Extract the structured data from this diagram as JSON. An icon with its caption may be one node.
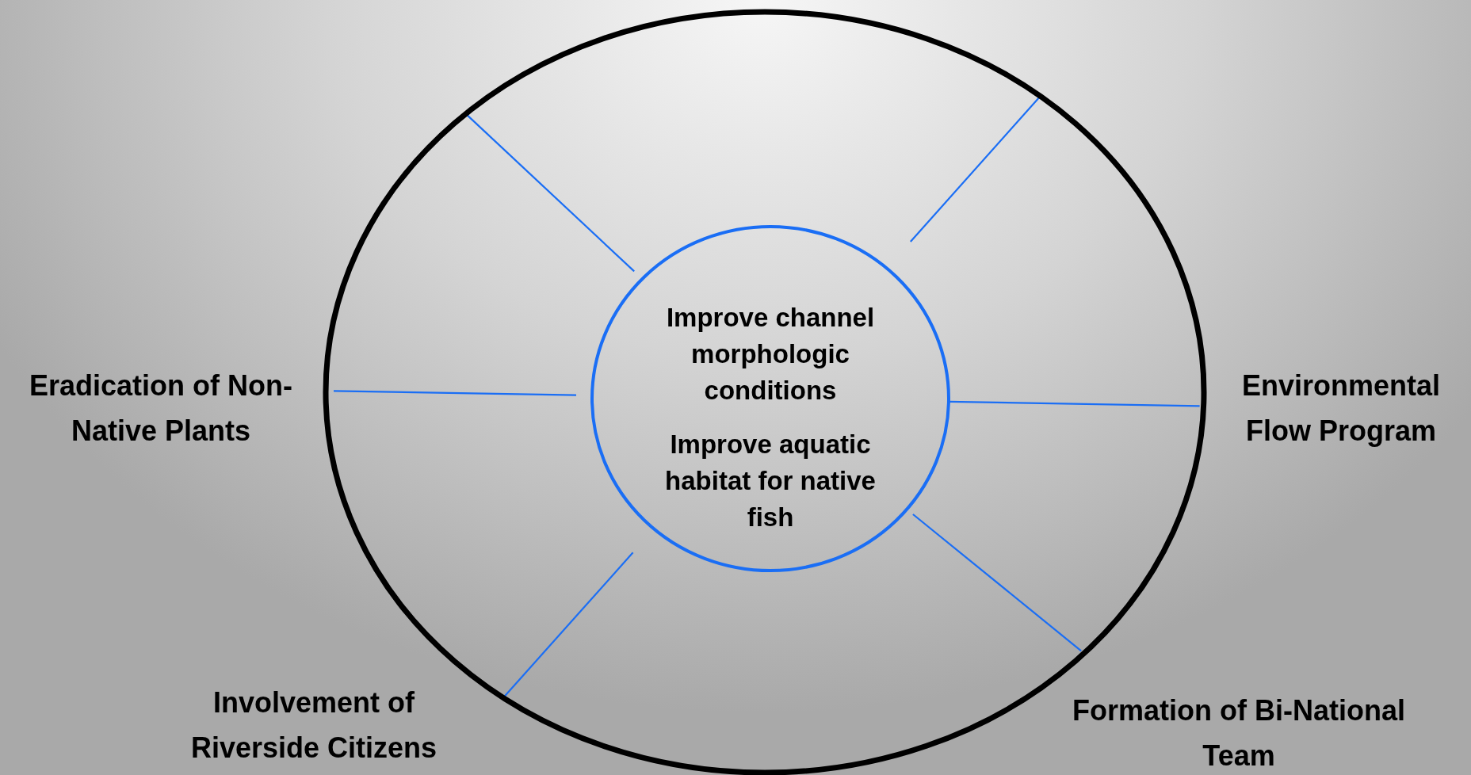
{
  "diagram": {
    "nodes": [
      {
        "text": [],
        "shape": "ellipse"
      },
      {
        "text": [
          "Improve channel morphologic conditions",
          "Improve aquatic habitat for native fish"
        ],
        "in": 0
      }
    ],
    "edges": [
      {
        "from": 1,
        "to": 0,
        "arrow": "none"
      },
      {
        "from": 1,
        "to": 0,
        "arrow": "none"
      },
      {
        "from": 1,
        "to": 0,
        "arrow": "none"
      },
      {
        "from": 1,
        "to": 0,
        "arrow": "none"
      },
      {
        "from": 1,
        "to": 0,
        "arrow": "none"
      },
      {
        "from": 1,
        "to": 0,
        "arrow": "none"
      }
    ],
    "labels": [
      "Eradication of Non-Native Plants",
      "Environmental Flow Program",
      "Involvement of Riverside Citizens",
      "Formation of Bi-National Team"
    ]
  }
}
